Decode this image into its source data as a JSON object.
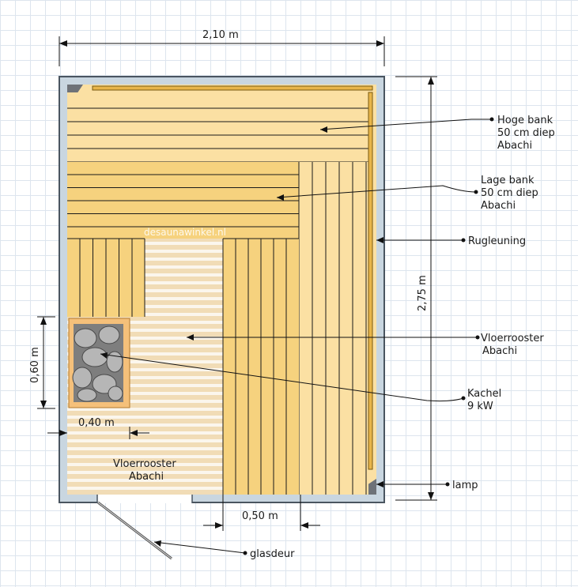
{
  "dimensions": {
    "width": "2,10 m",
    "depth": "2,75 m",
    "kachel_depth": "0,60 m",
    "kachel_width": "0,40 m",
    "door_width": "0,50 m"
  },
  "labels": {
    "hoge_bank": [
      "Hoge bank",
      "50 cm diep",
      "Abachi"
    ],
    "lage_bank": [
      "Lage bank",
      "50 cm diep",
      "Abachi"
    ],
    "rugleuning": "Rugleuning",
    "vloerrooster_right": [
      "Vloerrooster",
      "Abachi"
    ],
    "kachel": [
      "Kachel",
      "9 kW"
    ],
    "vloerrooster_left": [
      "Vloerrooster",
      "Abachi"
    ],
    "lamp": "lamp",
    "glasdeur": "glasdeur"
  },
  "watermark": "desaunawinkel.nl",
  "colors": {
    "wall": "#c9d6e0",
    "wall_border": "#4a5560",
    "wood_light": "#fbe0a3",
    "wood_mid": "#f6d27e",
    "wood_line": "#1a1a1a",
    "floor": "#f1dcb6",
    "floor_stripe": "#ffffff",
    "kachel_frame": "#f5c07a",
    "stones": "#7e7e7e",
    "rail": "#e8b54a"
  }
}
